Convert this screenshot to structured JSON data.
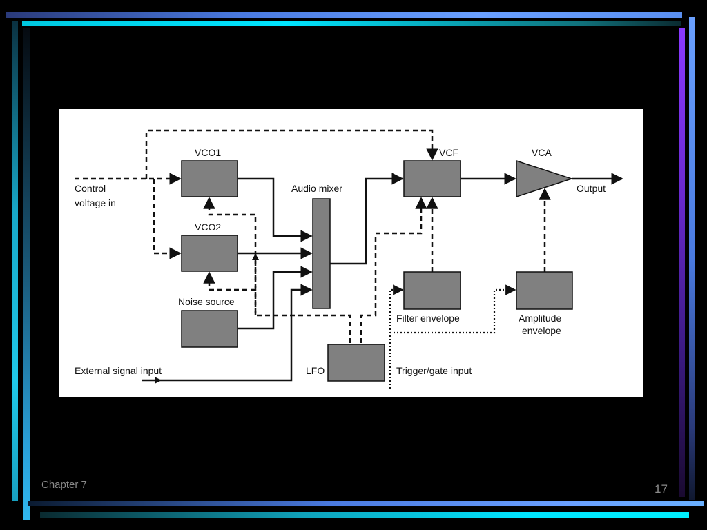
{
  "diagram": {
    "blocks": {
      "vco1": "VCO1",
      "vco2": "VCO2",
      "noise": "Noise source",
      "mixer": "Audio mixer",
      "lfo": "LFO",
      "vcf": "VCF",
      "vca": "VCA",
      "filter_env": "Filter envelope",
      "amp_env_line1": "Amplitude",
      "amp_env_line2": "envelope"
    },
    "labels": {
      "control_line1": "Control",
      "control_line2": "voltage in",
      "external": "External signal input",
      "trigger": "Trigger/gate input",
      "output": "Output"
    }
  },
  "footer": {
    "chapter": "Chapter 7",
    "page_number": "17"
  }
}
